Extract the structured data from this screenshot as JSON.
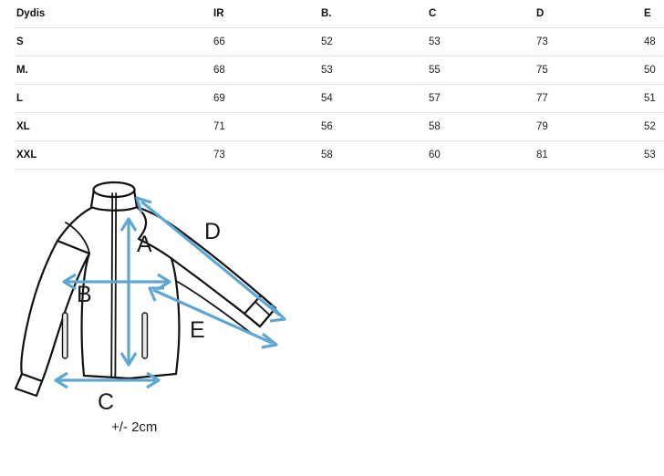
{
  "table": {
    "headers": [
      "Dydis",
      "IR",
      "B.",
      "C",
      "D",
      "E"
    ],
    "rows": [
      {
        "size": "S",
        "ir": "66",
        "b": "52",
        "c": "53",
        "d": "73",
        "e": "48"
      },
      {
        "size": "M.",
        "ir": "68",
        "b": "53",
        "c": "55",
        "d": "75",
        "e": "50"
      },
      {
        "size": "L",
        "ir": "69",
        "b": "54",
        "c": "57",
        "d": "77",
        "e": "51"
      },
      {
        "size": "XL",
        "ir": "71",
        "b": "56",
        "c": "58",
        "d": "79",
        "e": "52"
      },
      {
        "size": "XXL",
        "ir": "73",
        "b": "58",
        "c": "60",
        "d": "81",
        "e": "53"
      }
    ]
  },
  "diagram": {
    "labels": {
      "a": "A",
      "b": "B",
      "c": "C",
      "d": "D",
      "e": "E"
    },
    "tolerance": "+/- 2cm"
  },
  "colors": {
    "arrow": "#5ea7d2",
    "outline": "#111111",
    "row_border": "#e3e3e3",
    "text": "#1a1a1a"
  }
}
